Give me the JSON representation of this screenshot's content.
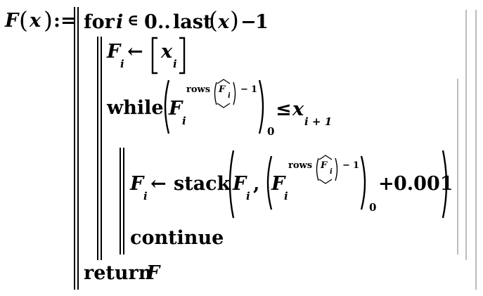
{
  "definition": {
    "func": "F",
    "arg": "x",
    "define_op": ":="
  },
  "loop": {
    "for_kw": "for",
    "iter": "i",
    "in_op": "∈",
    "start": "0",
    "range_op": "..",
    "last_fn": "last",
    "last_arg": "x",
    "minus": "−",
    "one": "1"
  },
  "assign1": {
    "lhs": "F",
    "lhs_sub": "i",
    "arrow": "←",
    "rhs": "x",
    "rhs_sub": "i"
  },
  "while_stmt": {
    "kw": "while",
    "var": "F",
    "var_sub": "i",
    "rows_fn": "rows",
    "hat_var": "F",
    "hat_sub": "i",
    "minus": "−",
    "one": "1",
    "outer_sub": "0",
    "op": "≤",
    "rhs": "x",
    "rhs_sub": "i + 1"
  },
  "assign2": {
    "lhs": "F",
    "lhs_sub": "i",
    "arrow": "←",
    "fn": "stack",
    "arg1": "F",
    "arg1_sub": "i",
    "comma": ",",
    "var": "F",
    "var_sub": "i",
    "rows_fn": "rows",
    "hat_var": "F",
    "hat_sub": "i",
    "minus": "−",
    "one": "1",
    "outer_sub": "0",
    "plus": "+",
    "increment": "0.001"
  },
  "continue_stmt": "continue",
  "return_stmt": {
    "kw": "return",
    "value": "F"
  },
  "colors": {
    "text": "#000000",
    "guide": "#bdbdbd",
    "background": "#ffffff"
  }
}
